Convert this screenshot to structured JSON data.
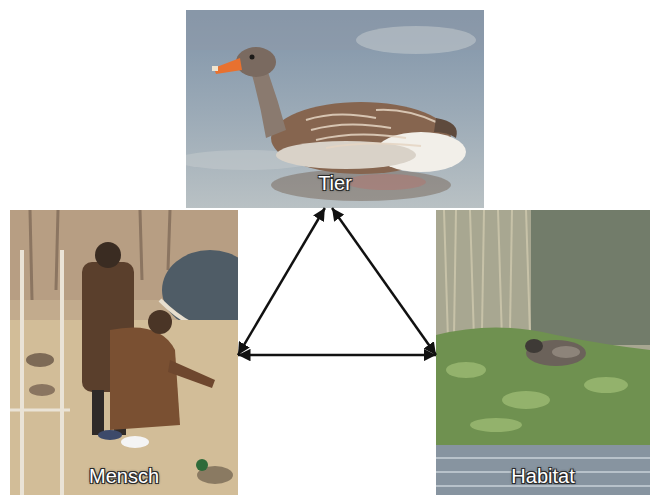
{
  "diagram": {
    "nodes": [
      {
        "text": [
          "Tier"
        ]
      },
      {
        "text": [
          "Mensch"
        ]
      },
      {
        "text": [
          "Habitat"
        ]
      }
    ],
    "edges": [
      {
        "from": 0,
        "to": 1,
        "arrow": "both"
      },
      {
        "from": 0,
        "to": 2,
        "arrow": "both"
      },
      {
        "from": 1,
        "to": 2,
        "arrow": "both"
      }
    ]
  }
}
